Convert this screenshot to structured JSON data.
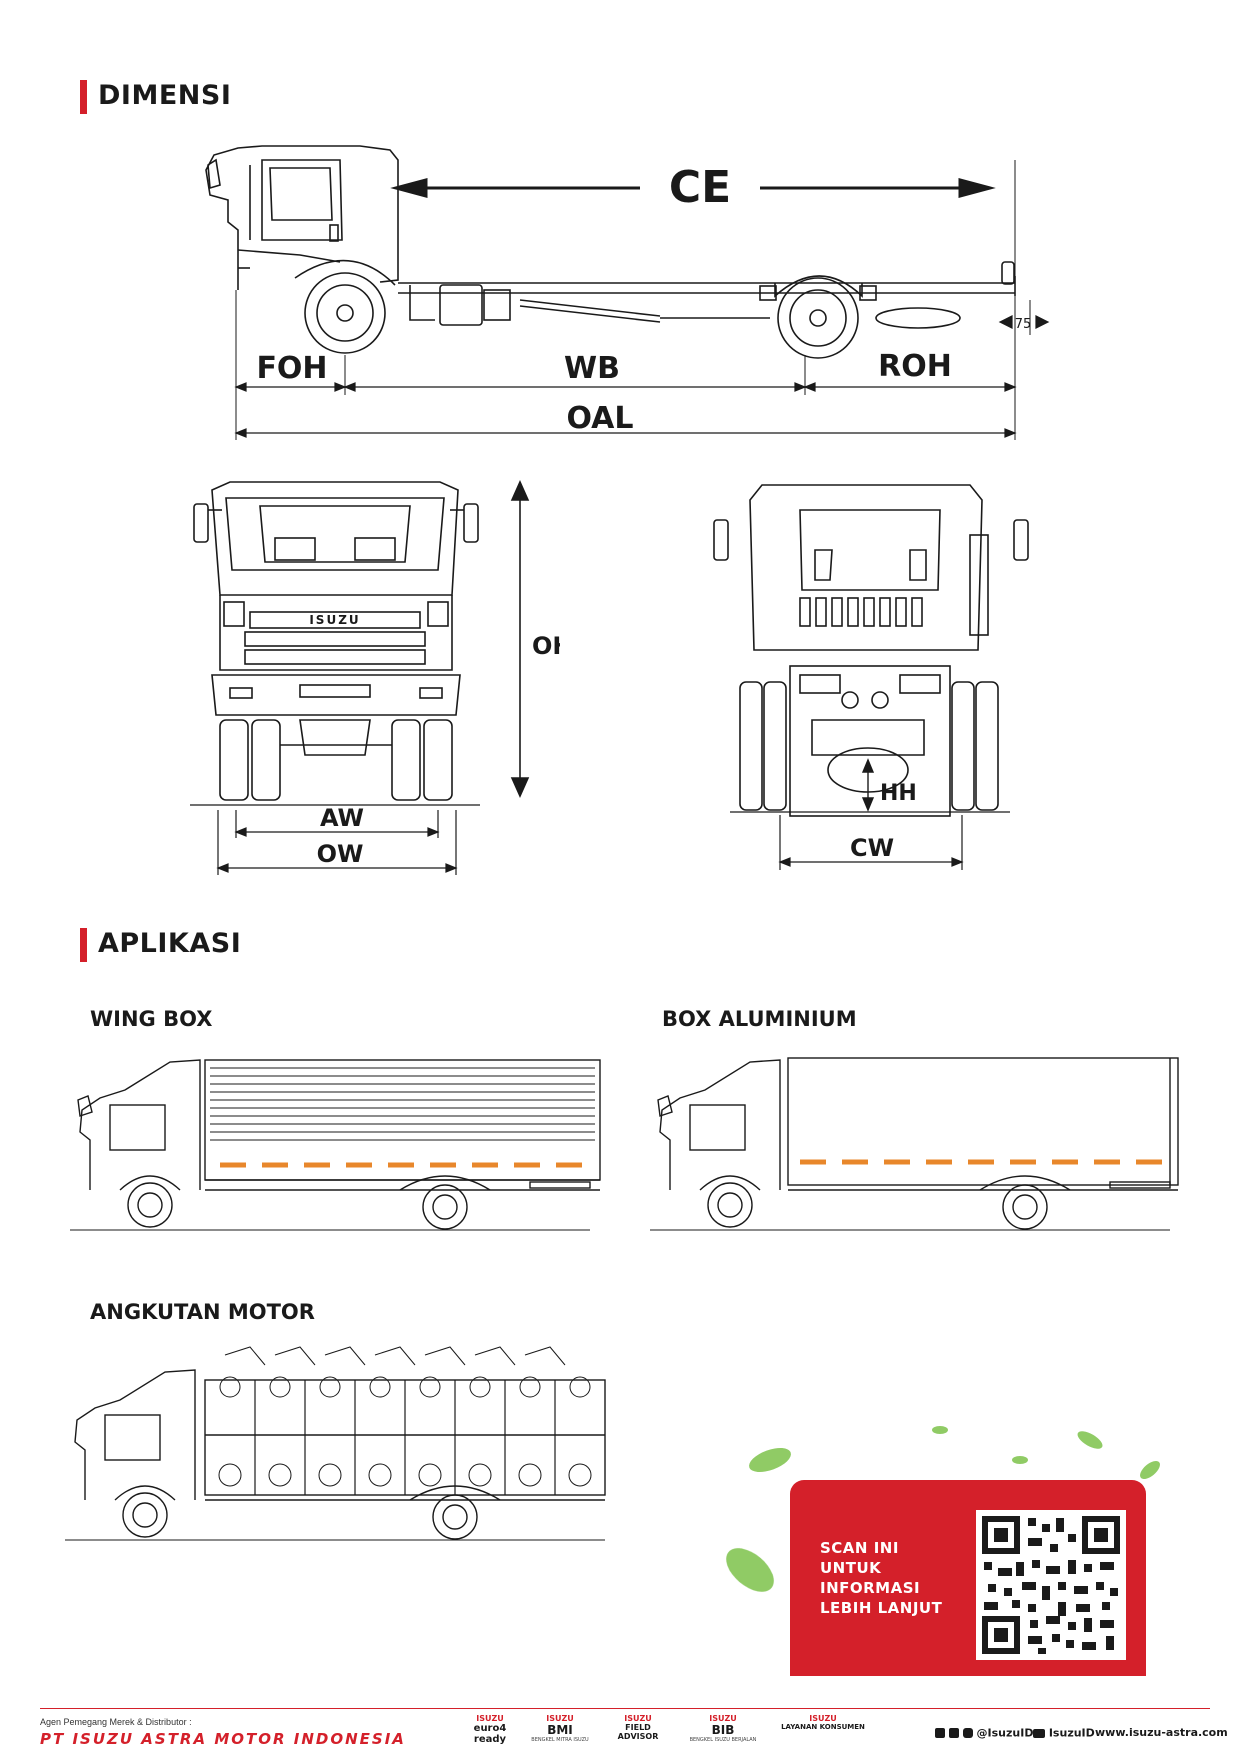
{
  "sections": {
    "dimensi": "DIMENSI",
    "aplikasi": "APLIKASI"
  },
  "dimensions": {
    "ce": "CE",
    "foh": "FOH",
    "wb": "WB",
    "roh": "ROH",
    "oal": "OAL",
    "offset": "75",
    "oh": "OH",
    "aw": "AW",
    "ow": "OW",
    "hh": "HH",
    "cw": "CW",
    "grille_brand": "ISUZU"
  },
  "applications": {
    "wing_box": "WING BOX",
    "box_aluminium": "BOX ALUMINIUM",
    "angkutan_motor": "ANGKUTAN MOTOR"
  },
  "qr_panel": {
    "lines": [
      "SCAN INI",
      "UNTUK",
      "INFORMASI",
      "LEBIH LANJUT"
    ]
  },
  "footer": {
    "agent_label": "Agen Pemegang Merek & Distributor :",
    "company": "PT ISUZU ASTRA MOTOR INDONESIA",
    "logos": [
      {
        "top": "ISUZU",
        "main": "euro4 ready",
        "sub": ""
      },
      {
        "top": "ISUZU",
        "main": "BMI",
        "sub": "BENGKEL MITRA ISUZU"
      },
      {
        "top": "ISUZU",
        "main": "FIELD ADVISOR",
        "sub": ""
      },
      {
        "top": "ISUZU",
        "main": "BIB",
        "sub": "BENGKEL ISUZU BERJALAN"
      },
      {
        "top": "ISUZU",
        "main": "LAYANAN KONSUMEN",
        "sub": ""
      }
    ],
    "social_handle": "@IsuzuID",
    "youtube": "IsuzuID",
    "website": "www.isuzu-astra.com"
  },
  "colors": {
    "brand_red": "#d4202a",
    "stripe_orange": "#e8872b",
    "line_dark": "#1a1a1a",
    "leaf_green": "#7cc24a"
  }
}
